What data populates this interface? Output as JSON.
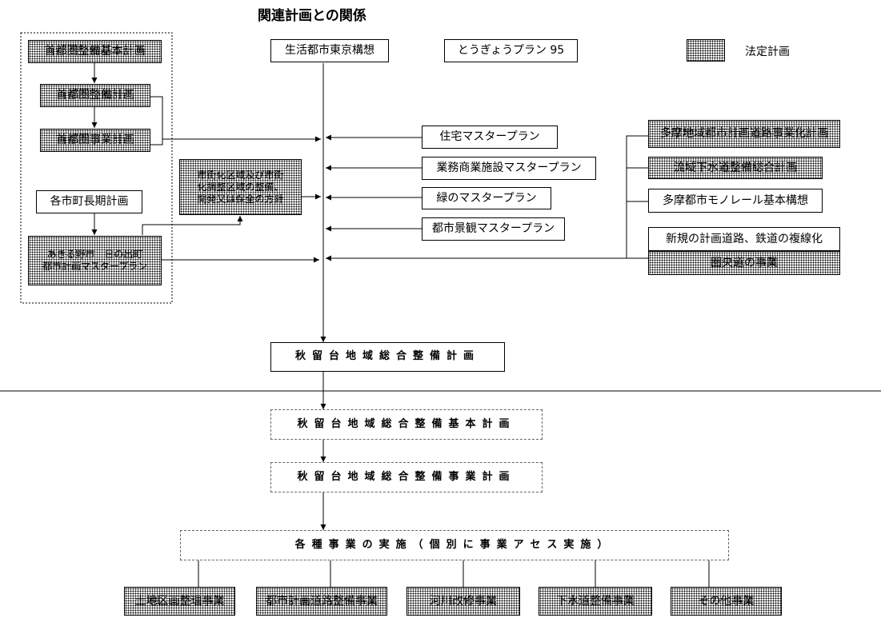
{
  "title": "関連計画との関係",
  "legend": {
    "label": "法定計画"
  },
  "top": {
    "seikatsu": "生活都市東京構想",
    "tougyou": "とうぎょうプラン 95"
  },
  "left_group": {
    "shutoken_kihon": "首都圏整備基本計画",
    "shutoken_seibi": "首都圏整備計画",
    "shutoken_jigyou": "首都圏事業計画",
    "kakushi": "各市町長期計画",
    "akiruno": [
      "あきる野市　日の出町",
      "都市計画マスタープラン"
    ]
  },
  "shigaika": [
    "市街化区域及び市街",
    "化調整区域の整備、",
    "開発又は保全の方針"
  ],
  "master_plans": {
    "jutaku": "住宅マスタープラン",
    "gyomu": "業務商業施設マスタープラン",
    "midori": "緑のマスタープラン",
    "keikan": "都市景観マスタープラン"
  },
  "right_group": {
    "tama_doro": "多摩地域都市計画道路事業化計画",
    "ryuiki": "流域下水道整備総合計画",
    "monorail": "多摩都市モノレール基本構想",
    "shinki": "新規の計画道路、鉄道の複線化",
    "ken_o": "圏央道の事業"
  },
  "main": {
    "sogo": "秋留台地域総合整備計画",
    "kihon": "秋留台地域総合整備基本計画",
    "jigyou": "秋留台地域総合整備事業計画",
    "jisshi": "各種事業の実施（個別に事業アセス実施）"
  },
  "projects": [
    "土地区画整理事業",
    "都市計画道路整備事業",
    "河川改修事業",
    "下水道整備事業",
    "その他事業"
  ]
}
